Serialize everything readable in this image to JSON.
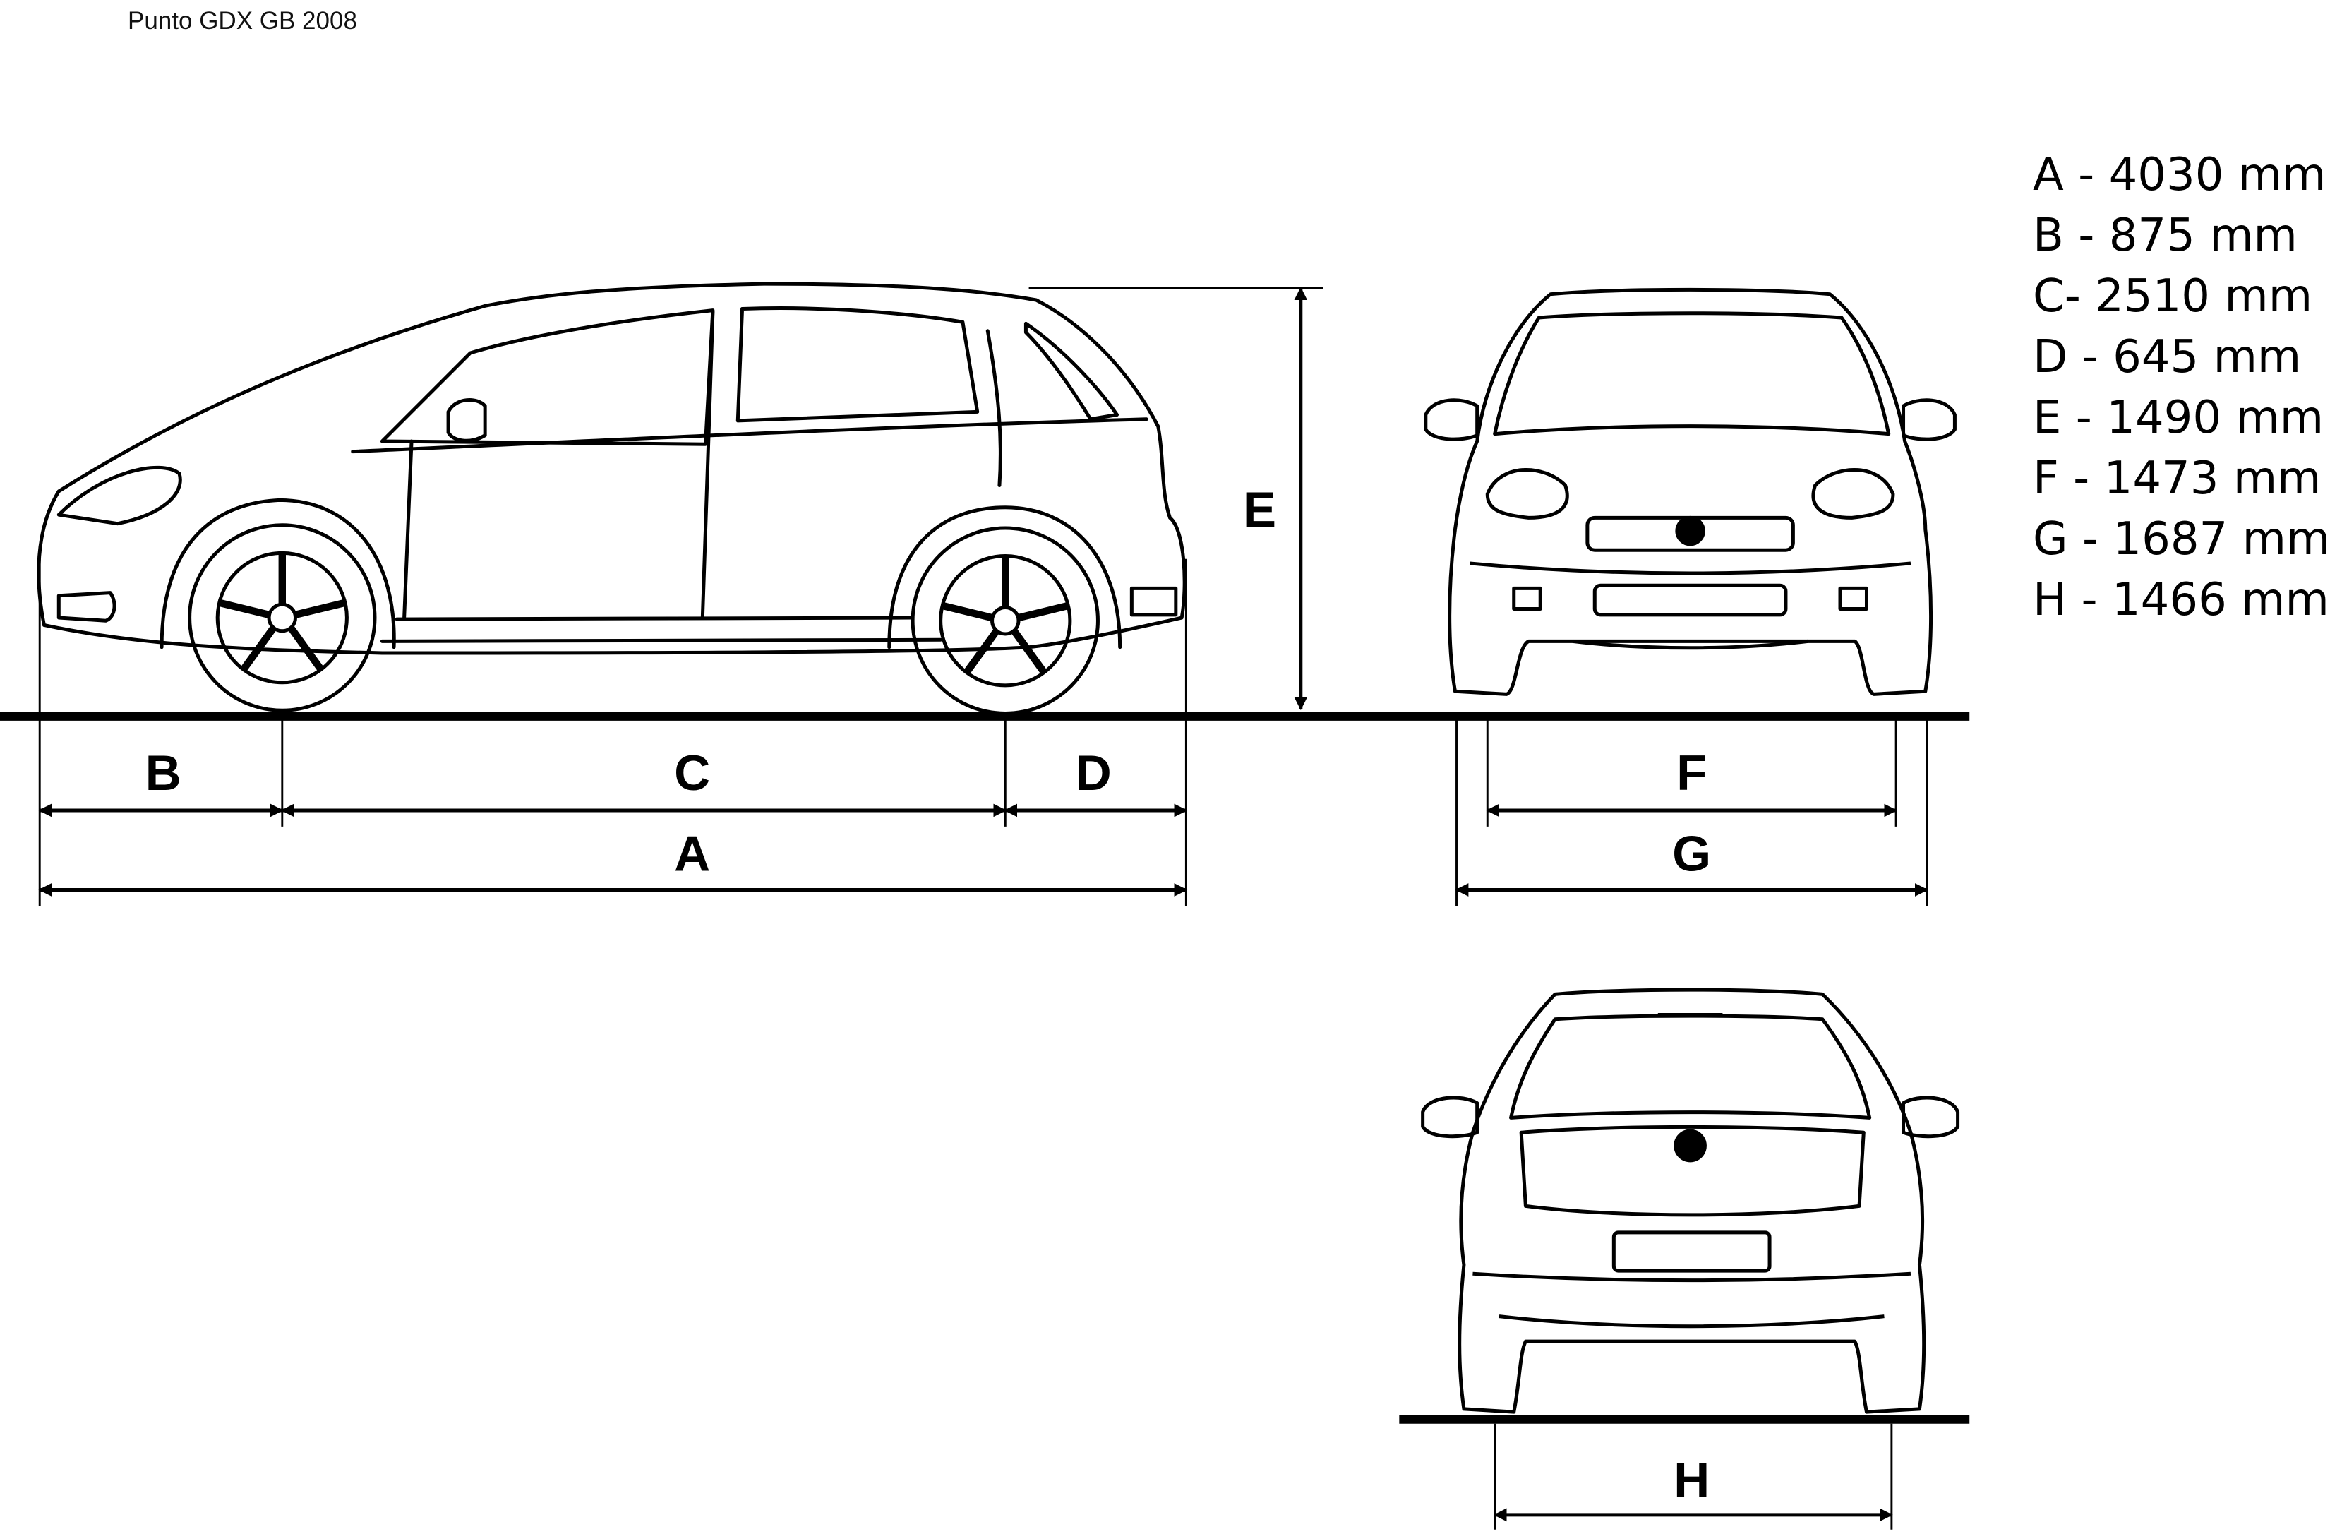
{
  "title": "Punto GDX GB  2008",
  "specs": [
    {
      "letter": "A",
      "text": "A - 4030 mm"
    },
    {
      "letter": "B",
      "text": "B - 875 mm"
    },
    {
      "letter": "C",
      "text": "C- 2510 mm"
    },
    {
      "letter": "D",
      "text": "D - 645 mm"
    },
    {
      "letter": "E",
      "text": "E - 1490 mm"
    },
    {
      "letter": "F",
      "text": "F - 1473 mm"
    },
    {
      "letter": "G",
      "text": "G - 1687 mm"
    },
    {
      "letter": "H",
      "text": "H - 1466 mm"
    }
  ],
  "dimension_labels": {
    "A": "A",
    "B": "B",
    "C": "C",
    "D": "D",
    "E": "E",
    "F": "F",
    "G": "G",
    "H": "H"
  },
  "colors": {
    "line": "#000000",
    "background": "#ffffff"
  },
  "icon_names": [
    "car-side-view",
    "car-front-view",
    "car-rear-view",
    "fiat-badge-icon"
  ]
}
